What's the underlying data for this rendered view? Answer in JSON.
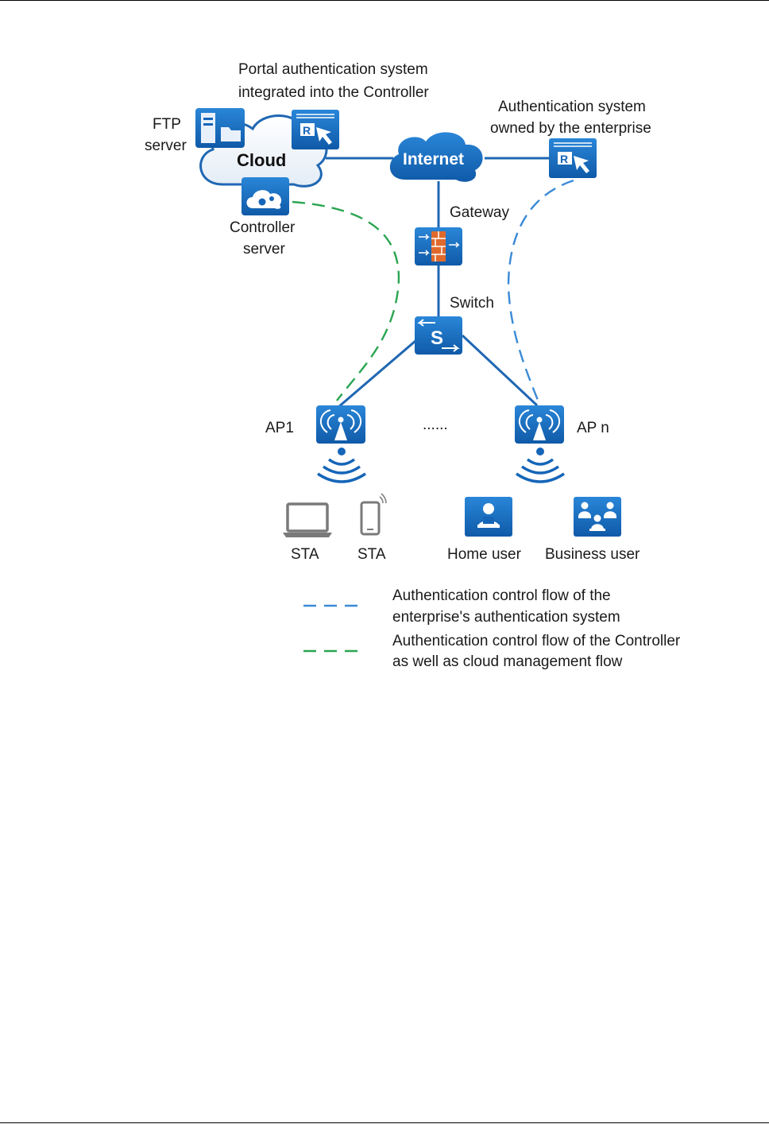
{
  "labels": {
    "portal": [
      "Portal authentication system",
      "integrated into the Controller"
    ],
    "ftp": [
      "FTP",
      "server"
    ],
    "cloud": "Cloud",
    "controller": [
      "Controller",
      "server"
    ],
    "internet": "Internet",
    "auth_enterprise": [
      "Authentication system",
      "owned by the enterprise"
    ],
    "gateway": "Gateway",
    "switch": "Switch",
    "ap1": "AP1",
    "apn": "AP n",
    "ellipsis": "......",
    "sta1": "STA",
    "sta2": "STA",
    "home_user": "Home user",
    "business_user": "Business user"
  },
  "legend": [
    {
      "color": "#3a8ad6",
      "text": [
        "Authentication control flow of the",
        "enterprise's authentication system"
      ]
    },
    {
      "color": "#2aa551",
      "text": [
        "Authentication control flow of the Controller",
        "as well as cloud management flow"
      ]
    }
  ],
  "colors": {
    "device_blue": "#1565b8",
    "link_blue": "#1f67b3",
    "dash_blue": "#3a8ad6",
    "dash_green": "#2aa551",
    "firewall_orange": "#e06a2c"
  },
  "icons": [
    "ftp-server-icon",
    "portal-server-icon",
    "cloud-icon",
    "controller-server-icon",
    "internet-cloud-icon",
    "enterprise-auth-server-icon",
    "gateway-firewall-icon",
    "switch-icon",
    "ap-icon",
    "wifi-signal-icon",
    "laptop-icon",
    "phone-icon",
    "home-user-icon",
    "business-user-icon"
  ]
}
